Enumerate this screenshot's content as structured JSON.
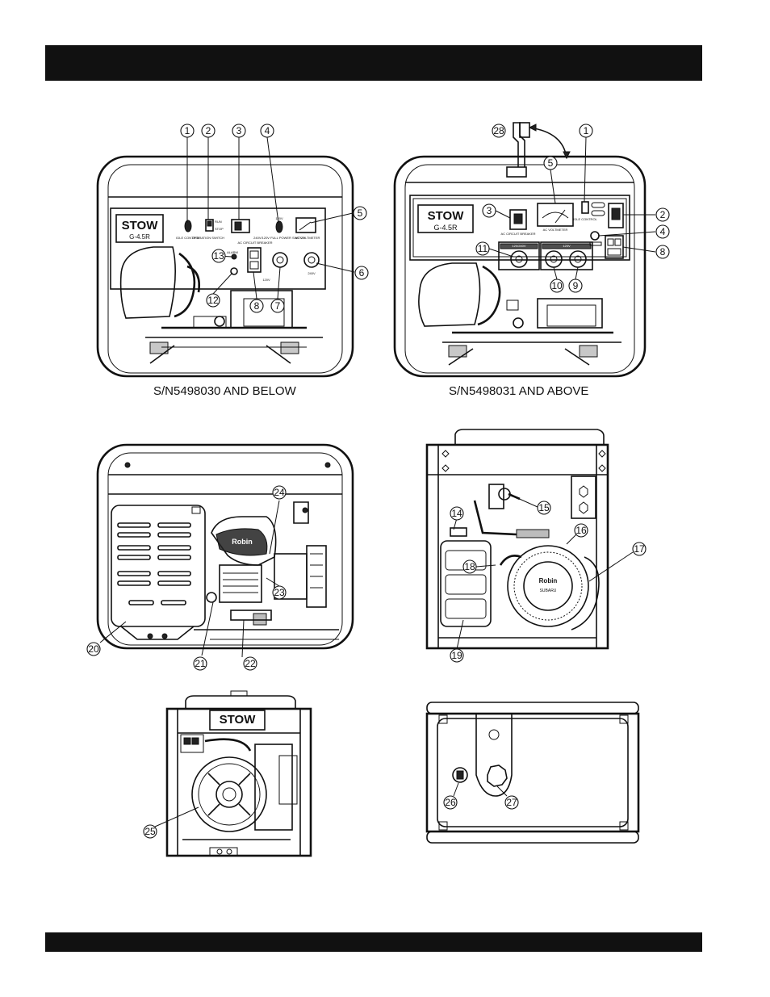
{
  "header": {
    "bar_color": "#111111"
  },
  "footer": {
    "bar_color": "#111111"
  },
  "figures": {
    "panel_old": {
      "caption": "S/N5498030 AND BELOW",
      "brand": "STOW",
      "model": "G-4.5R",
      "labels": {
        "idle": "IDLE CONTROL",
        "run": "RUN",
        "stop": "STOP",
        "op_switch": "OPERATION SWITCH",
        "volt_label": "120V",
        "fullpower": "240V/120V FULL POWER SWITCH",
        "acvolt": "AC VOLTMETER",
        "breaker": "AC CIRCUIT BREAKER",
        "alarm": "ALARM",
        "v120": "120V",
        "v240": "240V"
      },
      "callouts": [
        "1",
        "2",
        "3",
        "4",
        "5",
        "6",
        "7",
        "8",
        "12",
        "13"
      ]
    },
    "panel_new": {
      "caption": "S/N5498031 AND ABOVE",
      "brand": "STOW",
      "model": "G-4.5R",
      "labels": {
        "breaker": "AC CIRCUIT BREAKER",
        "acvolt": "AC VOLTMETER",
        "idle": "IDLE CONTROL",
        "v120240": "120/240V",
        "v120": "120V"
      },
      "callouts": [
        "1",
        "2",
        "3",
        "4",
        "5",
        "8",
        "9",
        "10",
        "11",
        "28"
      ]
    },
    "engine_side": {
      "brand": "Robin",
      "callouts": [
        "20",
        "21",
        "22",
        "23",
        "24"
      ]
    },
    "recoil_side": {
      "brand": "Robin",
      "sub_brand": "SUBARU",
      "callouts": [
        "14",
        "15",
        "16",
        "17",
        "18",
        "19"
      ]
    },
    "rear_view": {
      "brand": "STOW",
      "callouts": [
        "25"
      ]
    },
    "bottom_view": {
      "callouts": [
        "26",
        "27"
      ]
    }
  }
}
